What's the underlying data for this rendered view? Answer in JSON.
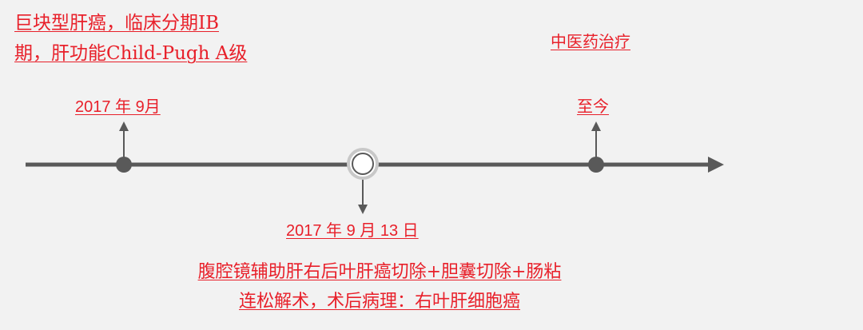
{
  "diagnosis": {
    "line1": "巨块型肝癌，临床分期ⅠB",
    "line2": "期，肝功能Child-Pugh A级"
  },
  "events": {
    "start_date": "2017 年 9月",
    "tcm_treatment": "中医药治疗",
    "present": "至今",
    "surgery_date": "2017 年 9 月 13 日",
    "surgery_line1": "腹腔镜辅助肝右后叶肝癌切除+胆囊切除+肠粘",
    "surgery_line2": "连松解术，术后病理：右叶肝细胞癌"
  },
  "colors": {
    "text": "#e8202a",
    "timeline": "#595959",
    "background": "#f2f2f2"
  }
}
